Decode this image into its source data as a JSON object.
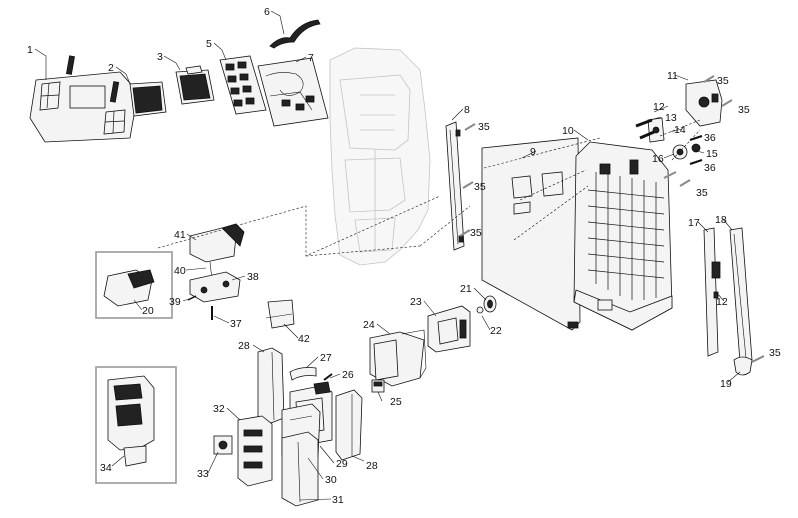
{
  "diagram": {
    "callouts": [
      "1",
      "2",
      "3",
      "5",
      "6",
      "7",
      "8",
      "9",
      "10",
      "11",
      "12",
      "13",
      "14",
      "15",
      "16",
      "17",
      "18",
      "19",
      "20",
      "21",
      "22",
      "23",
      "24",
      "25",
      "26",
      "27",
      "28",
      "29",
      "30",
      "31",
      "32",
      "33",
      "34",
      "35",
      "36",
      "37",
      "38",
      "39",
      "40",
      "41",
      "42"
    ]
  }
}
